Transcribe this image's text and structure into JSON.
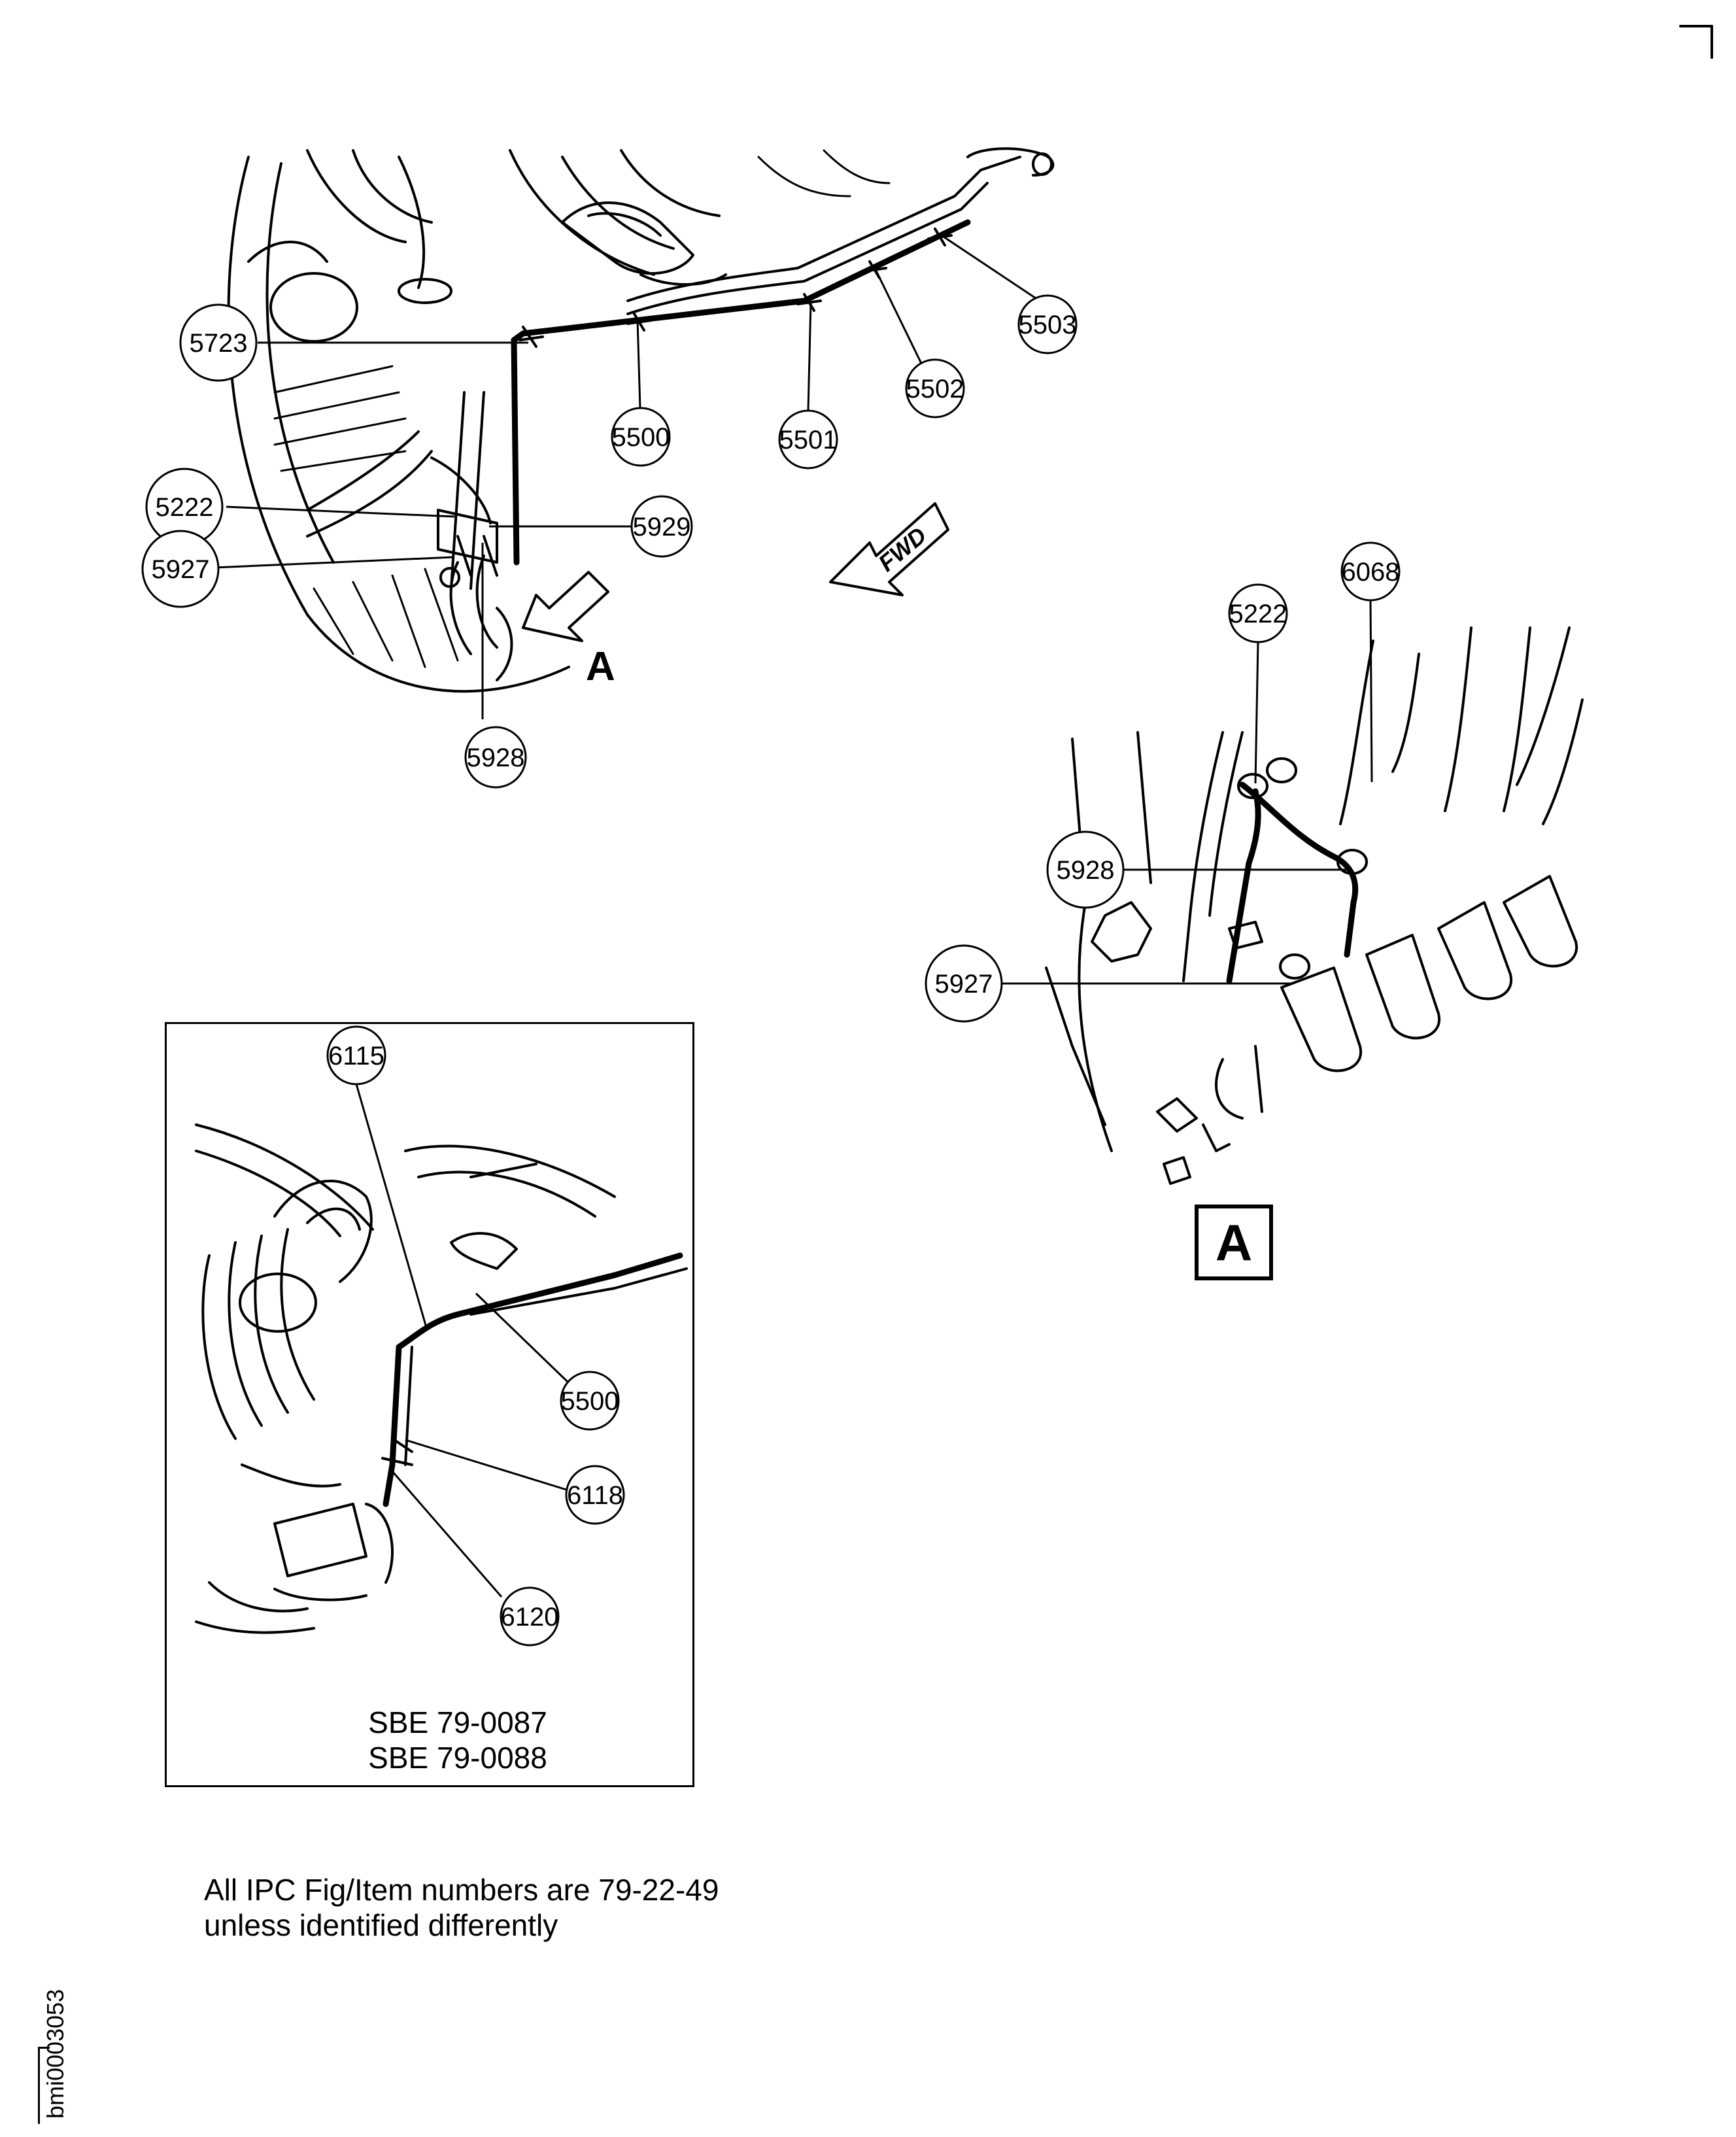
{
  "diagram": {
    "main_view": {
      "callouts": [
        "5723",
        "5500",
        "5501",
        "5502",
        "5503",
        "5222",
        "5929",
        "5927",
        "5928"
      ],
      "view_arrow_label": "A",
      "direction_label": "FWD"
    },
    "detail_a": {
      "callouts": [
        "5222",
        "6068",
        "5928",
        "5927"
      ],
      "view_label": "A"
    },
    "sbe_inset": {
      "callouts": [
        "6115",
        "5500",
        "6118",
        "6120"
      ],
      "sbe_lines": [
        "SBE 79-0087",
        "SBE 79-0088"
      ]
    },
    "note_lines": [
      "All IPC Fig/Item numbers are 79-22-49",
      "unless identified differently"
    ],
    "figure_id": "bmi0003053"
  }
}
